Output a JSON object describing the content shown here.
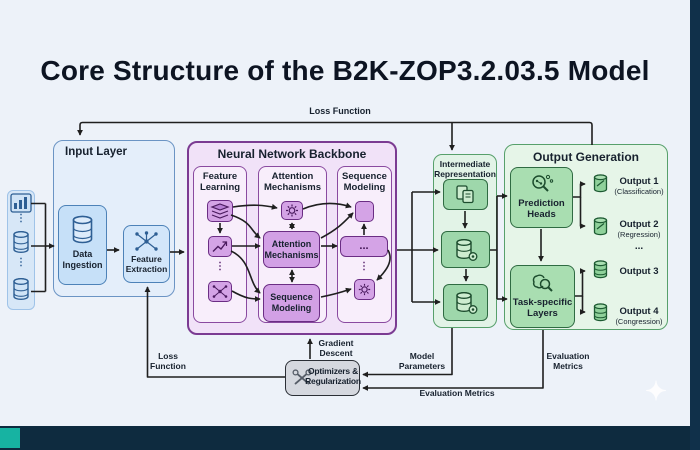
{
  "title": "Core Structure of the B2K-ZOP3.2.03.5 Model",
  "top": {
    "loss_function": "Loss Function"
  },
  "input": {
    "title": "Input Layer",
    "data_ingestion": "Data Ingestion",
    "feature_extraction": "Feature Extraction",
    "sources": {
      "dots": "⋮",
      "icons": [
        "bar-chart",
        "database",
        "database"
      ]
    }
  },
  "backbone": {
    "title": "Neural Network Backbone",
    "feature_learning": {
      "title": "Feature Learning",
      "dots": "⋮",
      "icons": [
        "layers",
        "trend-arrow",
        "network-nodes"
      ]
    },
    "attention": {
      "title": "Attention Mechanisms",
      "icon": "gear",
      "block1": "Attention Mechanisms",
      "block2": "Sequence Modeling"
    },
    "sequence": {
      "title": "Sequence Modeling",
      "dots_box": "...",
      "dots": "⋮",
      "icon": "gear"
    }
  },
  "intermediate": {
    "title": "Intermediate Representation",
    "icons": [
      "documents",
      "database-gear",
      "database-gear"
    ]
  },
  "output": {
    "title": "Output Generation",
    "prediction_heads": "Prediction Heads",
    "task_specific": "Task-specific Layers",
    "dots": "...",
    "outputs": [
      {
        "name": "Output 1",
        "type": "(Classification)"
      },
      {
        "name": "Output 2",
        "type": "(Regression)"
      },
      {
        "name": "Output 3",
        "type": ""
      },
      {
        "name": "Output 4",
        "type": "(Congression)"
      }
    ]
  },
  "loop": {
    "optimizers": "Optimizers & Regularization",
    "gradient_descent": "Gradient Descent",
    "loss_function": "Loss Function",
    "model_parameters": "Model Parameters",
    "evaluation_metrics_right": "Evaluation Metrics",
    "evaluation_metrics_bottom": "Evaluation Metrics"
  },
  "colors": {
    "slide_bg": "#edf2f9",
    "frame_dark": "#0e2b3f",
    "accent_teal": "#17b3a2",
    "input_blue_fill": "#c6e0f8",
    "input_border": "#4d82b8",
    "backbone_fill": "#f1e2f8",
    "backbone_border": "#7b3b92",
    "node_purple": "#d4a3e6",
    "green_panel": "#e4f4e8",
    "green_border": "#57a06b",
    "node_green": "#9ed7ab",
    "optimizer_gray": "#d5d8df",
    "arrow": "#1f1f1f"
  },
  "decor": {
    "sparkle": "✦"
  }
}
